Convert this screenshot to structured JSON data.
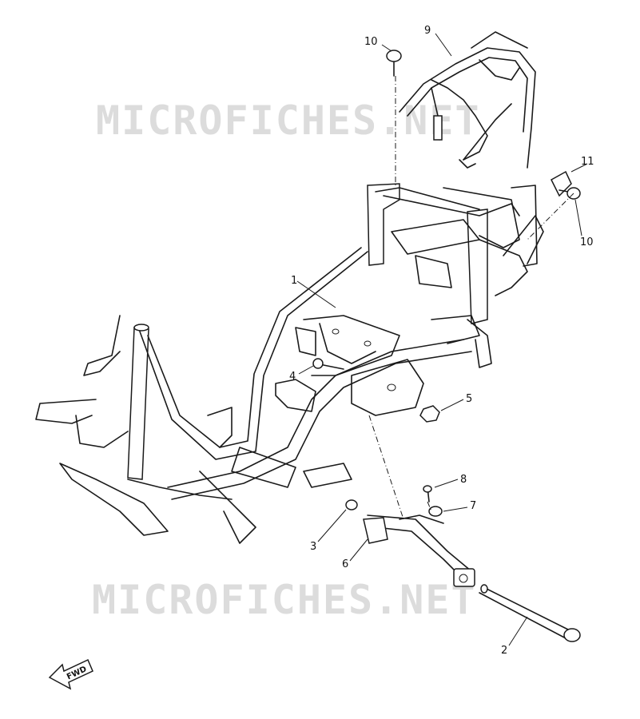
{
  "watermark": {
    "text_top": "MICROFICHES.NET",
    "text_bottom": "MICROFICHES.NET"
  },
  "callouts": [
    {
      "id": "c10a",
      "label": "10"
    },
    {
      "id": "c9",
      "label": "9"
    },
    {
      "id": "c11",
      "label": "11"
    },
    {
      "id": "c10b",
      "label": "10"
    },
    {
      "id": "c1",
      "label": "1"
    },
    {
      "id": "c4",
      "label": "4"
    },
    {
      "id": "c5",
      "label": "5"
    },
    {
      "id": "c8",
      "label": "8"
    },
    {
      "id": "c7",
      "label": "7"
    },
    {
      "id": "c3",
      "label": "3"
    },
    {
      "id": "c6",
      "label": "6"
    },
    {
      "id": "c2",
      "label": "2"
    }
  ],
  "direction_badge": {
    "label": "FWD"
  }
}
